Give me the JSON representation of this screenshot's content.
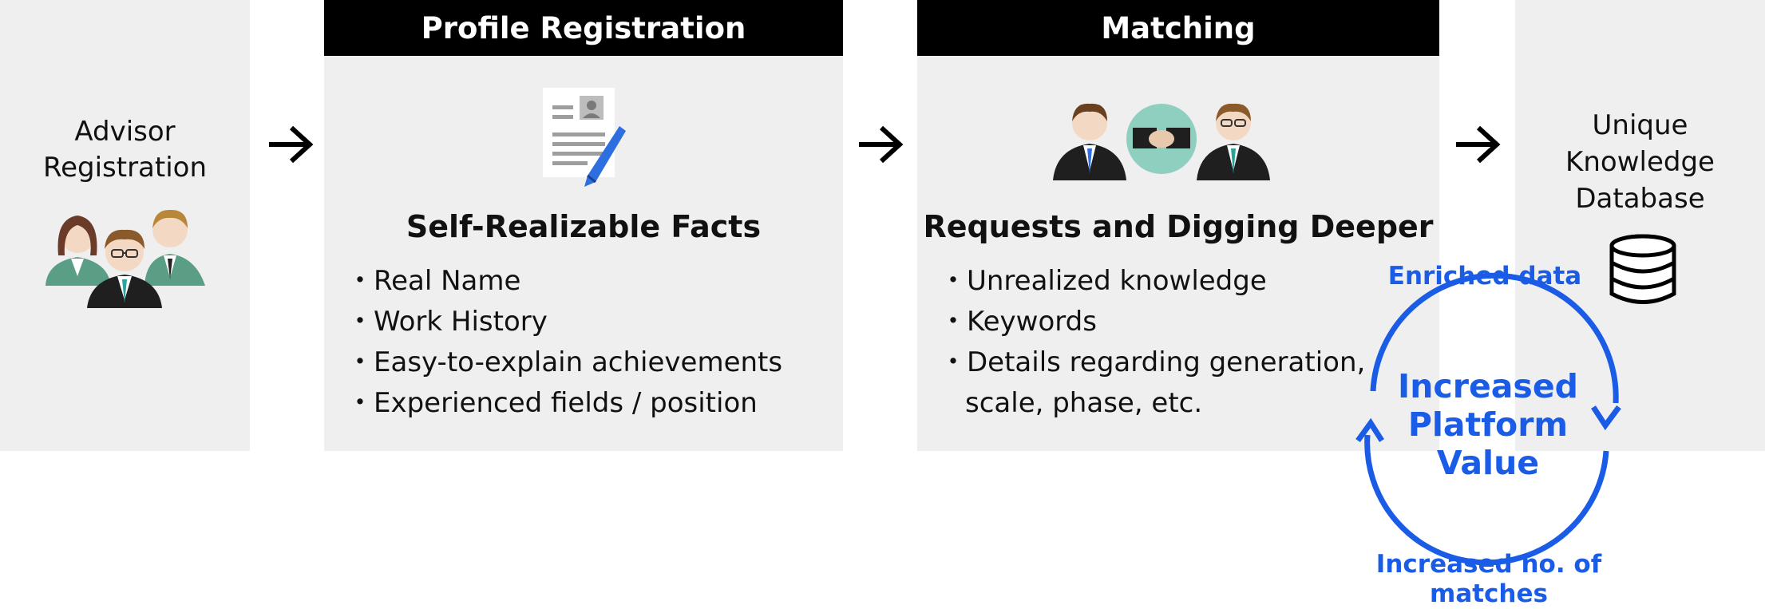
{
  "colors": {
    "accent_blue": "#1a5ce6",
    "panel_bg": "#efefef",
    "header_bg": "#000000",
    "people_green": "#5a9e85",
    "handshake_circle": "#8fcfbf"
  },
  "advisor": {
    "line1": "Advisor",
    "line2": "Registration",
    "icon": "people-group-icon"
  },
  "profile": {
    "header": "Profile Registration",
    "icon": "resume-document-icon",
    "title": "Self-Realizable Facts",
    "bullets": [
      "・Real Name",
      "・Work History",
      "・Easy-to-explain achievements",
      "・Experienced fields / position"
    ]
  },
  "matching": {
    "header": "Matching",
    "icon": "handshake-icon",
    "title": "Requests and Digging Deeper",
    "bullets": [
      "・Unrealized knowledge",
      "・Keywords",
      "・Details regarding generation,",
      "scale, phase, etc."
    ]
  },
  "database": {
    "line1": "Unique",
    "line2": "Knowledge",
    "line3": "Database",
    "icon": "database-icon"
  },
  "cycle": {
    "top_label": "Enriched data",
    "center_line1": "Increased",
    "center_line2": "Platform",
    "center_line3": "Value",
    "bottom_line1": "Increased no. of",
    "bottom_line2": "matches"
  }
}
